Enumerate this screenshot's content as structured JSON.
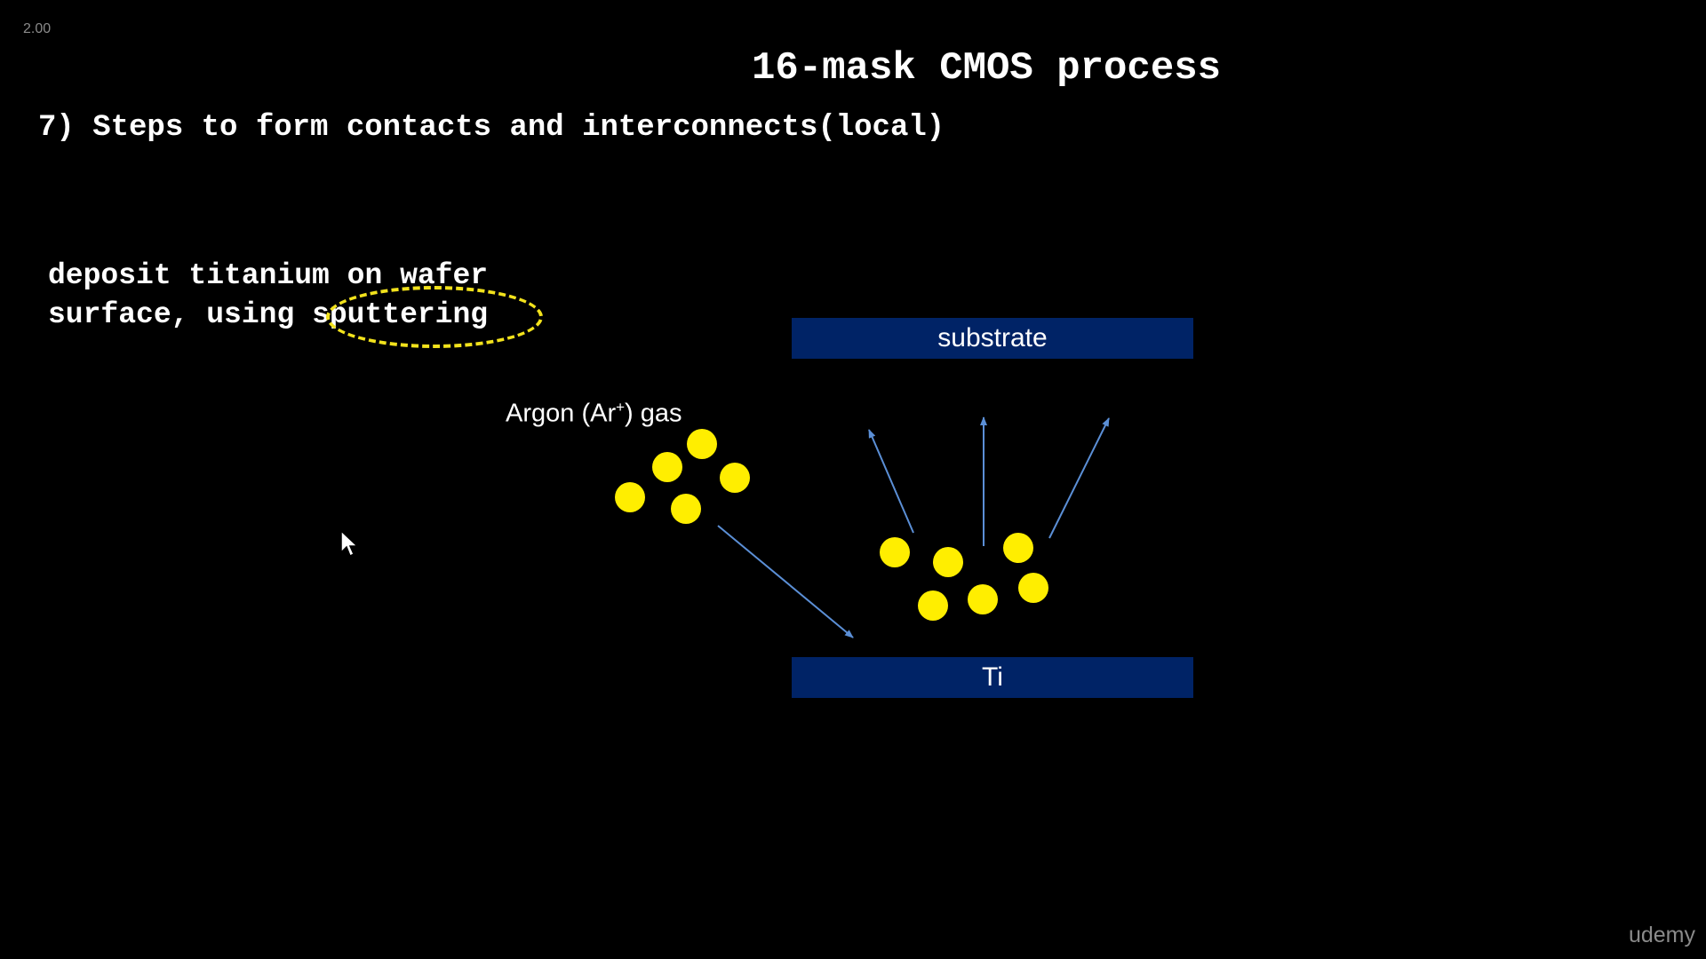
{
  "player": {
    "speed": "2.00",
    "brand": "udemy"
  },
  "slide": {
    "title": "16-mask CMOS process",
    "subtitle": "7) Steps to form contacts and interconnects(local)",
    "desc_line1": "deposit titanium on wafer",
    "desc_line2_prefix": "surface, using ",
    "desc_highlight": "sputtering"
  },
  "diagram": {
    "substrate_label": "substrate",
    "target_label": "Ti",
    "gas_label_prefix": "Argon (Ar",
    "gas_label_sup": "+",
    "gas_label_suffix": ") gas",
    "colors": {
      "plate": "#002366",
      "particle": "#ffee00",
      "arrow": "#5b8fd6",
      "highlight": "#f2e21c"
    }
  }
}
